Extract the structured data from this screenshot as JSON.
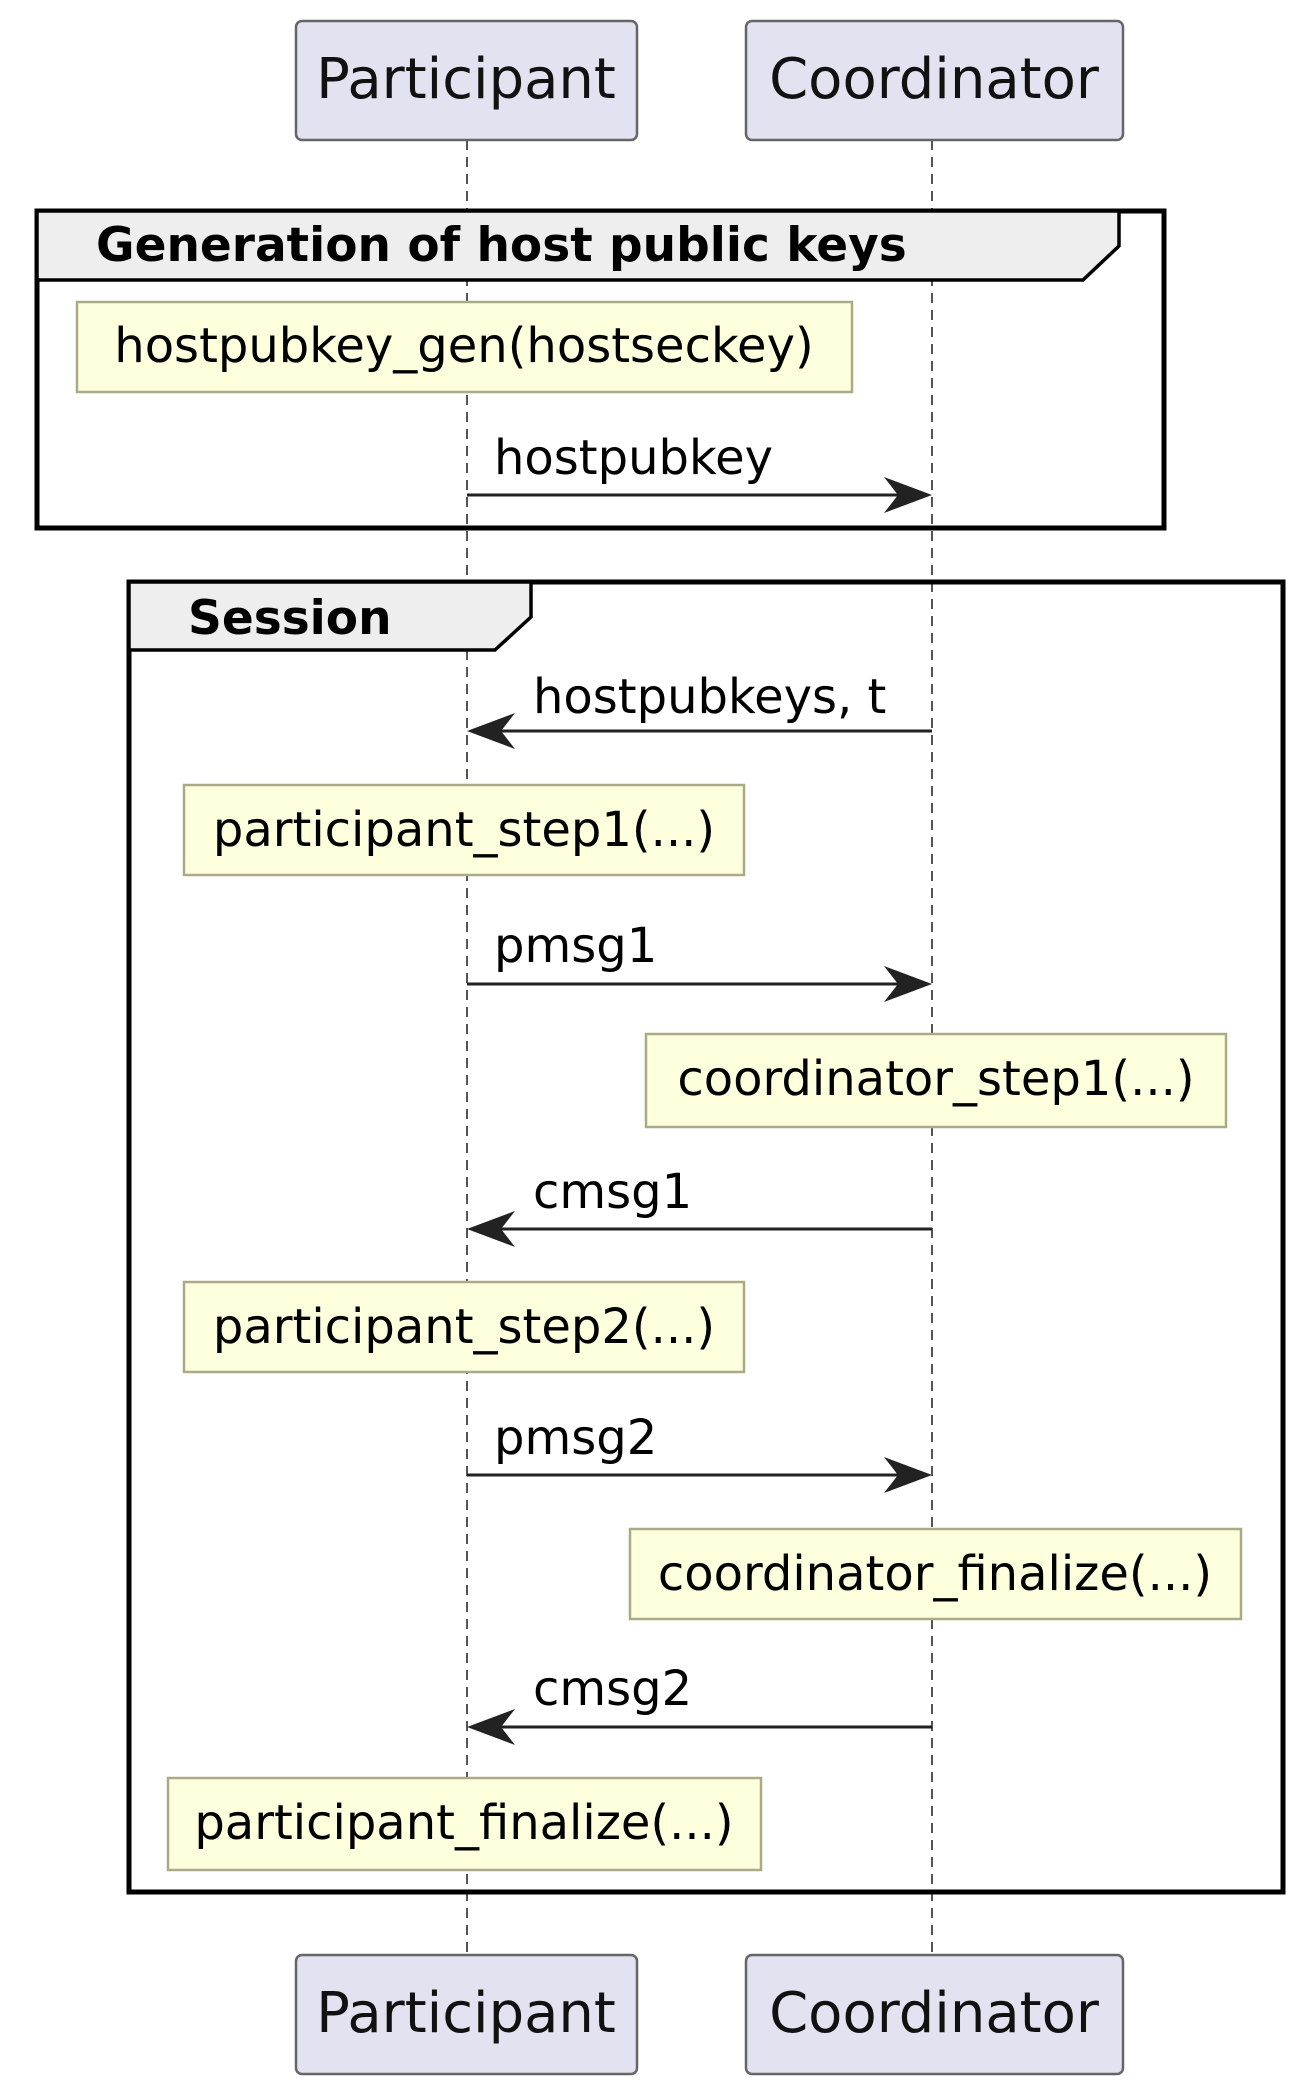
{
  "participants": {
    "participant": "Participant",
    "coordinator": "Coordinator"
  },
  "groups": {
    "host_keys": "Generation of host public keys",
    "session": "Session"
  },
  "notes": {
    "hostpubkey_gen": "hostpubkey_gen(hostseckey)",
    "participant_step1": "participant_step1(...)",
    "coordinator_step1": "coordinator_step1(...)",
    "participant_step2": "participant_step2(...)",
    "coordinator_finalize": "coordinator_finalize(...)",
    "participant_finalize": "participant_finalize(...)"
  },
  "messages": {
    "hostpubkey": "hostpubkey",
    "hostpubkeys_t": "hostpubkeys, t",
    "pmsg1": "pmsg1",
    "cmsg1": "cmsg1",
    "pmsg2": "pmsg2",
    "cmsg2": "cmsg2"
  },
  "colors": {
    "participant_fill": "#E2E2F0",
    "note_fill": "#FEFFDD",
    "frame_tab_fill": "#EEEEEE"
  }
}
